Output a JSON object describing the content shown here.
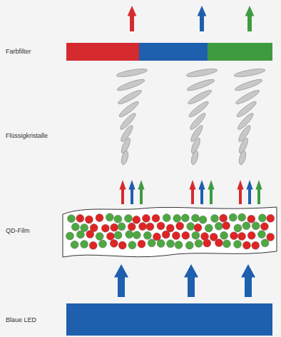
{
  "diagram": {
    "labels": [
      "Farbfilter",
      "Flüssigkristalle",
      "QD-Film",
      "Blaue LED"
    ]
  }
}
